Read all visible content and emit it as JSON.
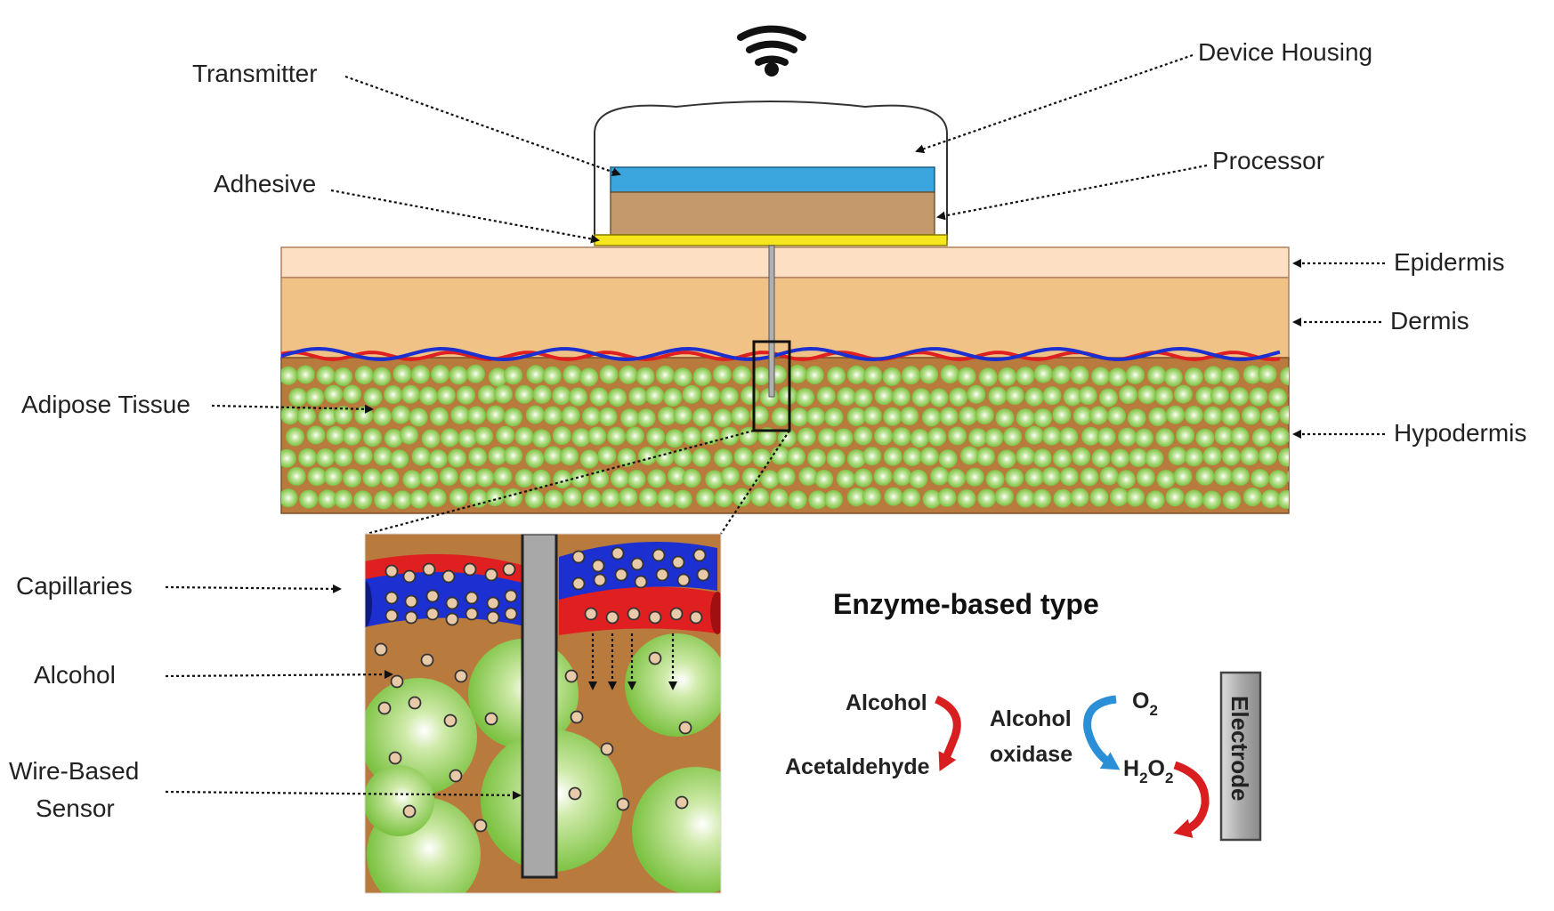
{
  "labels": {
    "transmitter": "Transmitter",
    "device_housing": "Device Housing",
    "adhesive": "Adhesive",
    "processor": "Processor",
    "epidermis": "Epidermis",
    "dermis": "Dermis",
    "adipose_tissue": "Adipose Tissue",
    "hypodermis": "Hypodermis",
    "capillaries": "Capillaries",
    "alcohol": "Alcohol",
    "wire_based_line1": "Wire-Based",
    "wire_based_line2": "Sensor"
  },
  "reaction": {
    "title": "Enzyme-based type",
    "substrate": "Alcohol",
    "product": "Acetaldehyde",
    "enzyme_line1": "Alcohol",
    "enzyme_line2": "oxidase",
    "oxygen": "O",
    "oxygen_sub": "2",
    "peroxide_h": "H",
    "peroxide_sub1": "2",
    "peroxide_o": "O",
    "peroxide_sub2": "2",
    "electrode": "Electrode"
  },
  "colors": {
    "transmitter": "#3aa6dd",
    "processor": "#c49a6c",
    "adhesive": "#f5e61e",
    "epidermis": "#fde0c3",
    "dermis": "#f0c285",
    "hypodermis": "#b97a3e",
    "fat_cell": "#7cc242",
    "artery": "#e02020",
    "vein": "#1c2fd0",
    "sensor": "#a8a8a8",
    "red_arrow": "#d81e1e",
    "blue_arrow": "#2a8fd6"
  }
}
